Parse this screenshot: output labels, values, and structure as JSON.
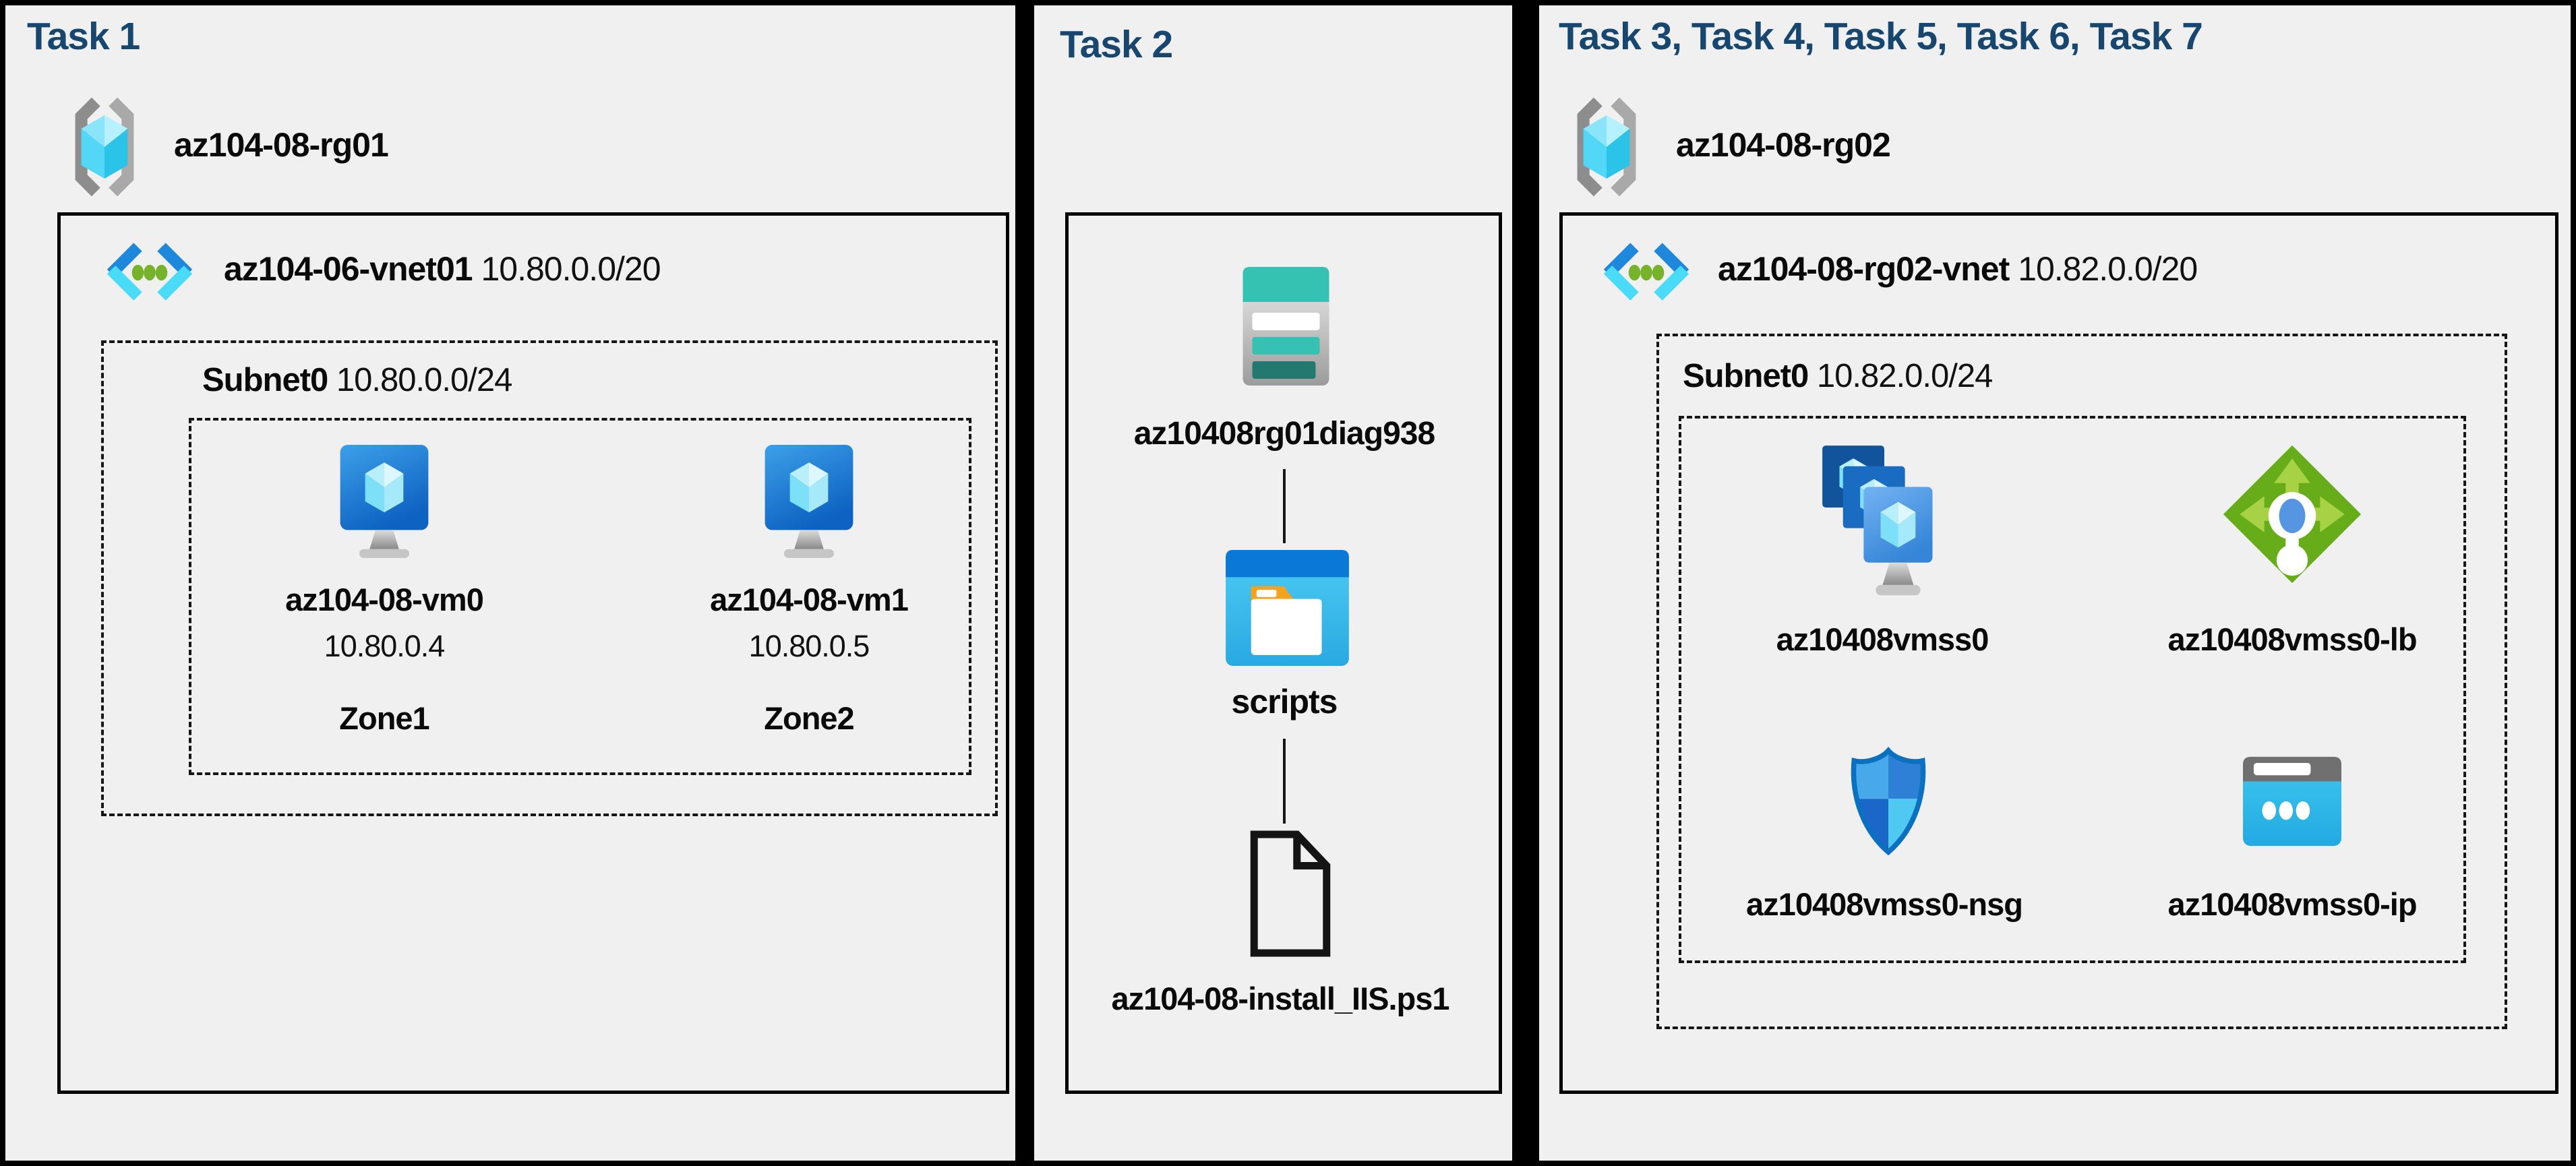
{
  "colors": {
    "background": "#000000",
    "panel_bg": "#F0F0F1",
    "title_accent": "#17476F",
    "label_text": "#0A0A0A",
    "vnet_blue": "#1E88DC",
    "vnet_cyan": "#49DBF8",
    "vnet_green": "#77B22B",
    "storage_teal": "#35C2B2",
    "lb_green": "#67AC19",
    "nsg_blue": "#2E80D7",
    "ip_cyan": "#2FBFEA"
  },
  "icons": {
    "resource_group": "resource-group-icon",
    "virtual_network": "virtual-network-icon",
    "virtual_machine": "virtual-machine-icon",
    "storage_account": "storage-account-icon",
    "blob_container": "blob-container-icon",
    "script_file": "file-icon",
    "vm_scale_set": "vm-scale-set-icon",
    "load_balancer": "load-balancer-icon",
    "network_security_group": "network-security-group-icon",
    "public_ip": "public-ip-icon"
  },
  "task1": {
    "title": "Task 1",
    "rg_name": "az104-08-rg01",
    "vnet_name": "az104-06-vnet01",
    "vnet_cidr": "10.80.0.0/20",
    "subnet_name": "Subnet0",
    "subnet_cidr": "10.80.0.0/24",
    "vm0": {
      "name": "az104-08-vm0",
      "ip": "10.80.0.4",
      "zone": "Zone1"
    },
    "vm1": {
      "name": "az104-08-vm1",
      "ip": "10.80.0.5",
      "zone": "Zone2"
    }
  },
  "task2": {
    "title": "Task 2",
    "storage_account": "az10408rg01diag938",
    "container": "scripts",
    "script_file": "az104-08-install_IIS.ps1"
  },
  "task37": {
    "title": "Task 3, Task 4, Task 5, Task 6, Task 7",
    "rg_name": "az104-08-rg02",
    "vnet_name": "az104-08-rg02-vnet",
    "vnet_cidr": "10.82.0.0/20",
    "subnet_name": "Subnet0",
    "subnet_cidr": "10.82.0.0/24",
    "vmss_name": "az10408vmss0",
    "lb_name": "az10408vmss0-lb",
    "nsg_name": "az10408vmss0-nsg",
    "pip_name": "az10408vmss0-ip"
  }
}
